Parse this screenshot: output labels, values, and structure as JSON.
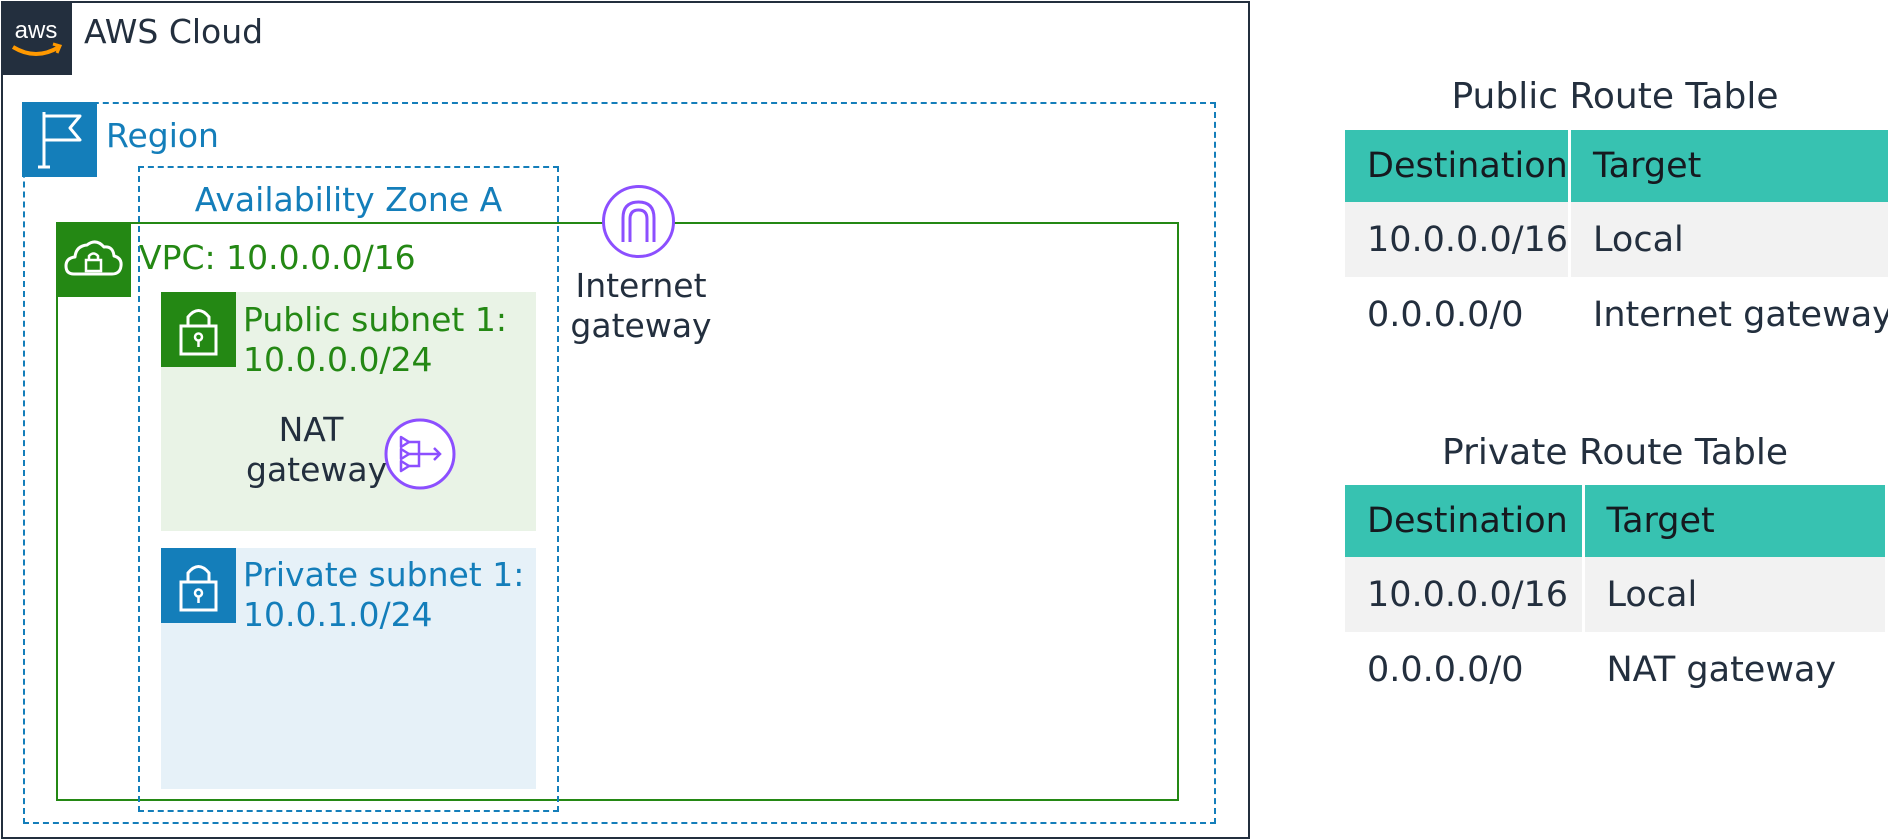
{
  "cloud": {
    "label": "AWS Cloud",
    "logo_text": "aws",
    "logo_icon": "aws-logo"
  },
  "region": {
    "label": "Region",
    "icon": "flag-icon"
  },
  "availability_zone": {
    "label": "Availability Zone A"
  },
  "vpc": {
    "label": "VPC: 10.0.0.0/16",
    "icon": "cloud-lock-icon"
  },
  "public_subnet": {
    "label_line1": "Public subnet 1:",
    "label_line2": "10.0.0.0/24",
    "icon": "lock-icon"
  },
  "private_subnet": {
    "label_line1": "Private subnet 1:",
    "label_line2": "10.0.1.0/24",
    "icon": "lock-icon"
  },
  "nat_gateway": {
    "label_line1": "NAT",
    "label_line2": "gateway",
    "icon": "nat-gateway-icon"
  },
  "internet_gateway": {
    "label_line1": "Internet",
    "label_line2": "gateway",
    "icon": "internet-gateway-icon"
  },
  "colors": {
    "cloud_border": "#232f3e",
    "region_blue": "#147eba",
    "vpc_green": "#248814",
    "public_subnet_fill": "#e9f3e6",
    "private_subnet_fill": "#e6f1f8",
    "gateway_purple": "#8c4fff",
    "table_header": "#37c2b1",
    "table_row_shade": "#f2f2f2"
  },
  "public_route_table": {
    "title": "Public Route Table",
    "headers": [
      "Destination",
      "Target"
    ],
    "rows": [
      [
        "10.0.0.0/16",
        "Local"
      ],
      [
        "0.0.0.0/0",
        "Internet gateway"
      ]
    ]
  },
  "private_route_table": {
    "title": "Private Route Table",
    "headers": [
      "Destination",
      "Target"
    ],
    "rows": [
      [
        "10.0.0.0/16",
        "Local"
      ],
      [
        "0.0.0.0/0",
        "NAT gateway"
      ]
    ]
  }
}
